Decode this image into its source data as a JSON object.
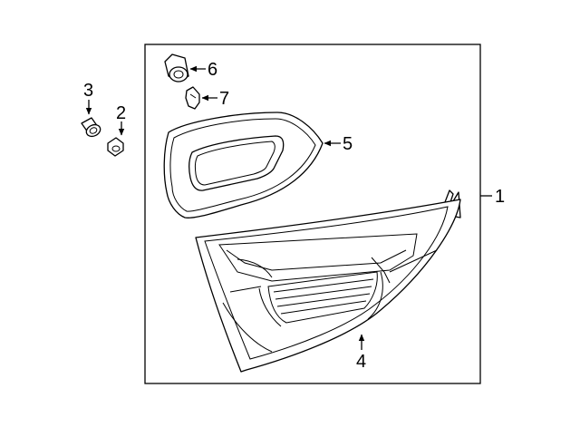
{
  "diagram": {
    "callouts": {
      "c1": "1",
      "c2": "2",
      "c3": "3",
      "c4": "4",
      "c5": "5",
      "c6": "6",
      "c7": "7"
    }
  }
}
